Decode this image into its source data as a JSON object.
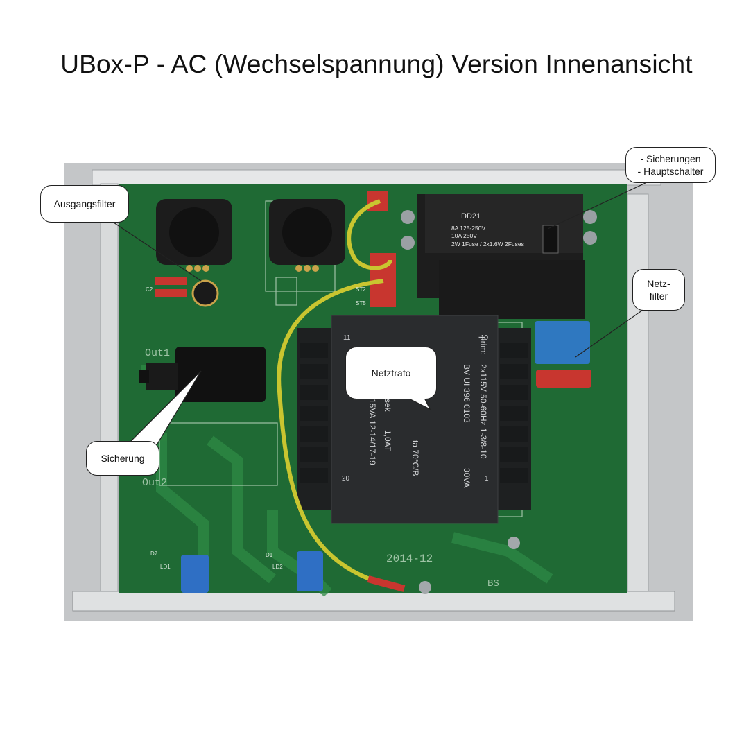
{
  "title": "UBox-P - AC (Wechselspannung) Version Innenansicht",
  "labels": {
    "ausgangsfilter": "Ausgangsfilter",
    "sicherungen_line1": "- Sicherungen",
    "sicherungen_line2": "- Hauptschalter",
    "netzfilter_line1": "Netz-",
    "netzfilter_line2": "filter",
    "netztrafo": "Netztrafo",
    "sicherung": "Sicherung"
  },
  "pcb_text": {
    "out1": "Out1",
    "out2": "Out2",
    "date": "2014-12",
    "bs": "BS",
    "d7": "D7",
    "ld1": "LD1",
    "d1": "D1",
    "ld2": "LD2",
    "st2": "ST2",
    "st5": "ST5",
    "c2": "C2"
  },
  "fuse_holder": {
    "model": "DD21",
    "line1": "8A 125-250V",
    "line2": "10A 250V",
    "line3": "2W 1Fuse / 2x1.6W 2Fuses"
  },
  "transformer": {
    "prim": "prim:",
    "spec1": "2x115V 50-60Hz 1-3/8-10",
    "spec2": "BV UI 396 0103",
    "spec3": "30VA",
    "spec4": "15VA 12-14/17-19",
    "spec5": "ta 70°C/B",
    "sek": "sek",
    "spec6": "1,0AT",
    "pin10": "10",
    "pin11": "11",
    "pin1": "1",
    "pin20": "20"
  },
  "colors": {
    "pcb": "#1f6a34",
    "case": "#c9cbcd",
    "wire": "#c9c530",
    "transformer": "#2a2c2e",
    "capacitor_blue": "#2f78c0",
    "capacitor_red": "#c8362f"
  }
}
